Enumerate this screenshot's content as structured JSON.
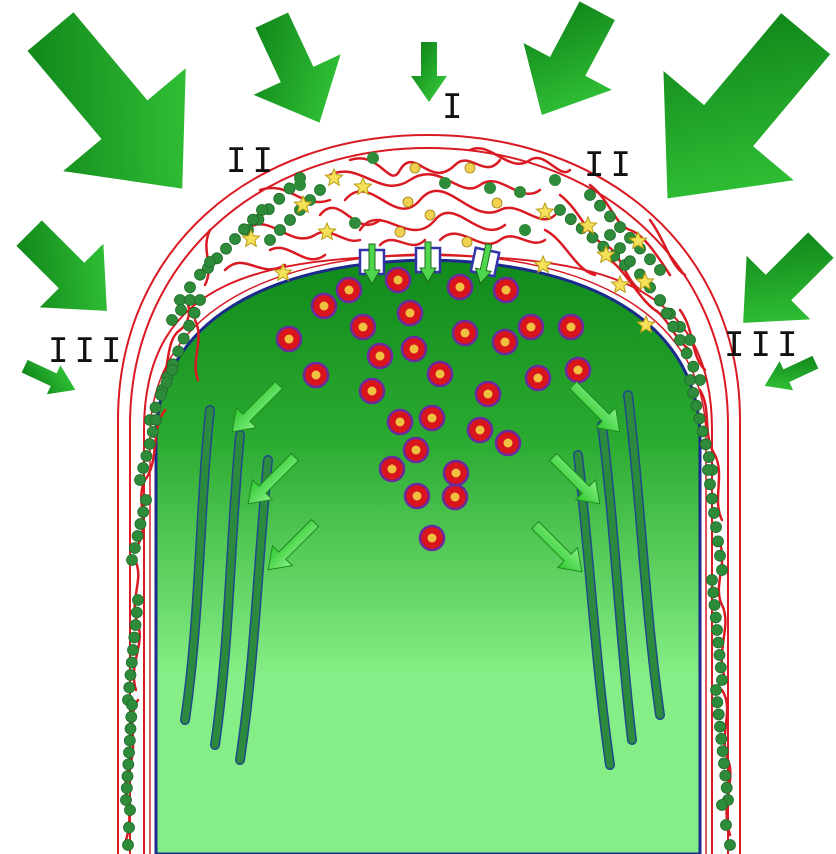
{
  "labels": {
    "zone_1": "I",
    "zone_2_left": "II",
    "zone_2_right": "II",
    "zone_3_left": "III",
    "zone_3_right": "III"
  },
  "colors": {
    "force_arrow_dark": "#0a7a14",
    "force_arrow_light": "#3ad13e",
    "cytoplasm_top": "#118a1c",
    "cytoplasm_bottom": "#86ee86",
    "cell_wall": "#d91a22",
    "membrane": "#1b2a8c",
    "microfibril": "#2e8b3a",
    "vesicle_outer": "#6b2aa0",
    "vesicle_inner": "#d9141c",
    "vesicle_core": "#f0c040",
    "star": "#f5e05a",
    "transporter": "#3333aa",
    "cytoskeleton": "#2b8a3e",
    "internal_arrow": "#4fd64f"
  },
  "icons": {
    "force_arrow": "down-arrow-icon",
    "vesicle": "vesicle-icon",
    "star": "star-icon",
    "transporter": "transporter-icon"
  }
}
